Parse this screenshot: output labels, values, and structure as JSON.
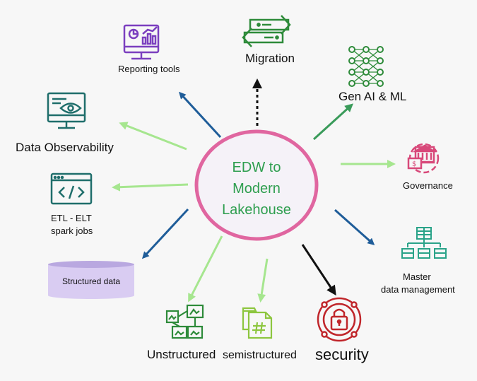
{
  "center": {
    "line1": "EDW to",
    "line2": "Modern",
    "line3": "Lakehouse"
  },
  "nodes": {
    "migration": "Migration",
    "reporting": "Reporting tools",
    "gen_ai": "Gen AI & ML",
    "observability": "Data Observability",
    "governance": "Governance",
    "etl_line1": "ETL - ELT",
    "etl_line2": "spark jobs",
    "mdm_line1": "Master",
    "mdm_line2": "data management",
    "structured": "Structured data",
    "unstructured": "Unstructured",
    "semistructured": "semistructured",
    "security": "security"
  },
  "colors": {
    "center_ring": "#e066a0",
    "center_text": "#2e9e4f",
    "blue_arrow": "#1f5d99",
    "light_green_arrow": "#a6e68f",
    "dark_green_arrow": "#3a9b5a",
    "black_arrow": "#111111",
    "purple_icon": "#7b3fbf",
    "teal_icon": "#1f6e6b",
    "green_icon": "#2e8b3a",
    "pink_icon": "#d8497a",
    "red_icon": "#c0262b",
    "lime_icon": "#8dc63f",
    "cylinder": "#d9ccf2"
  }
}
